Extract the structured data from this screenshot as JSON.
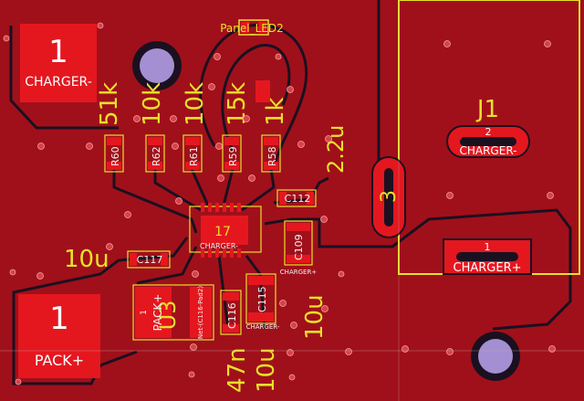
{
  "colors": {
    "copper": "#a0101a",
    "copper_dark": "#870a12",
    "clearance": "#1b1020",
    "pad": "#e4171f",
    "silk": "#e9e02a",
    "hole": "#a48fd2",
    "via": "#d8424a"
  },
  "pads": {
    "charger_minus": {
      "num": "1",
      "net": "CHARGER-"
    },
    "pack_plus": {
      "num": "1",
      "net": "PACK+"
    }
  },
  "connector": {
    "ref": "J1",
    "pin2_num": "2",
    "pin2_net": "CHARGER-",
    "pin1_num": "1",
    "pin1_net": "CHARGER+",
    "hole_label": "3"
  },
  "top_label": "Panel_LED2",
  "resistor_values": [
    "51k",
    "10k",
    "10k",
    "15k",
    "1k"
  ],
  "resistor_refs": [
    "R60",
    "R62",
    "R61",
    "R59",
    "R58"
  ],
  "cap_values": {
    "c112": "2.2u",
    "c117": "10u",
    "c115": "10u",
    "c116": "47n",
    "c115b": "10u"
  },
  "cap_refs": {
    "c112": "C112",
    "c109": "C109",
    "c117": "C117",
    "c116": "C116",
    "c115": "C115"
  },
  "ic": {
    "ref": "17",
    "net": "CHARGER-"
  },
  "u3": {
    "ref": "U3",
    "pin": "1",
    "net": "PACK+",
    "sub": "Net-(C116-Pad2)"
  },
  "small_nets": {
    "c109": "CHARGER+",
    "c115": "CHARGER-"
  }
}
